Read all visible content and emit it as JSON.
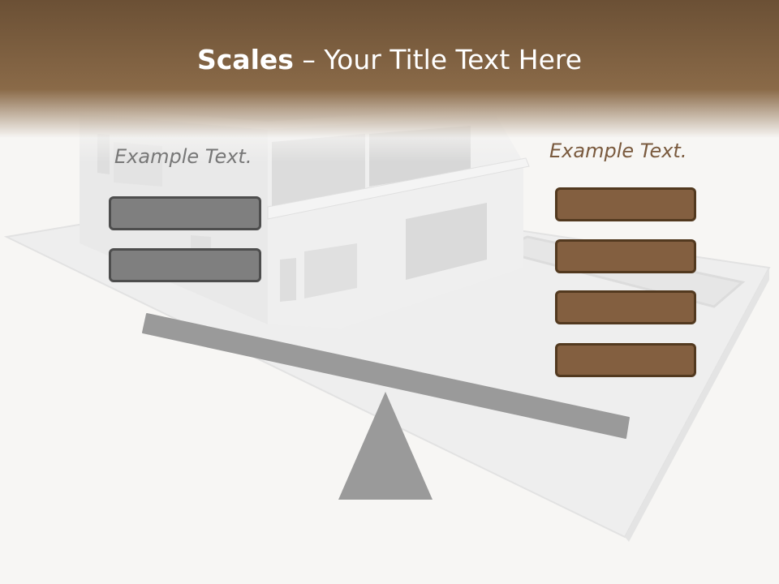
{
  "slide": {
    "title_bold": "Scales",
    "title_rest": " – Your Title Text Here"
  },
  "left_panel": {
    "label": "Example Text.",
    "box_count": 2,
    "box_color": "#7f7f7f",
    "box_border": "#4d4d4d"
  },
  "right_panel": {
    "label": "Example Text.",
    "box_count": 4,
    "box_color": "#835f40",
    "box_border": "#52391f"
  },
  "colors": {
    "header_brown": "#6b5035",
    "beam_gray": "#9a9a9a",
    "label_gray": "#777777",
    "label_brown": "#7a5a3e"
  }
}
